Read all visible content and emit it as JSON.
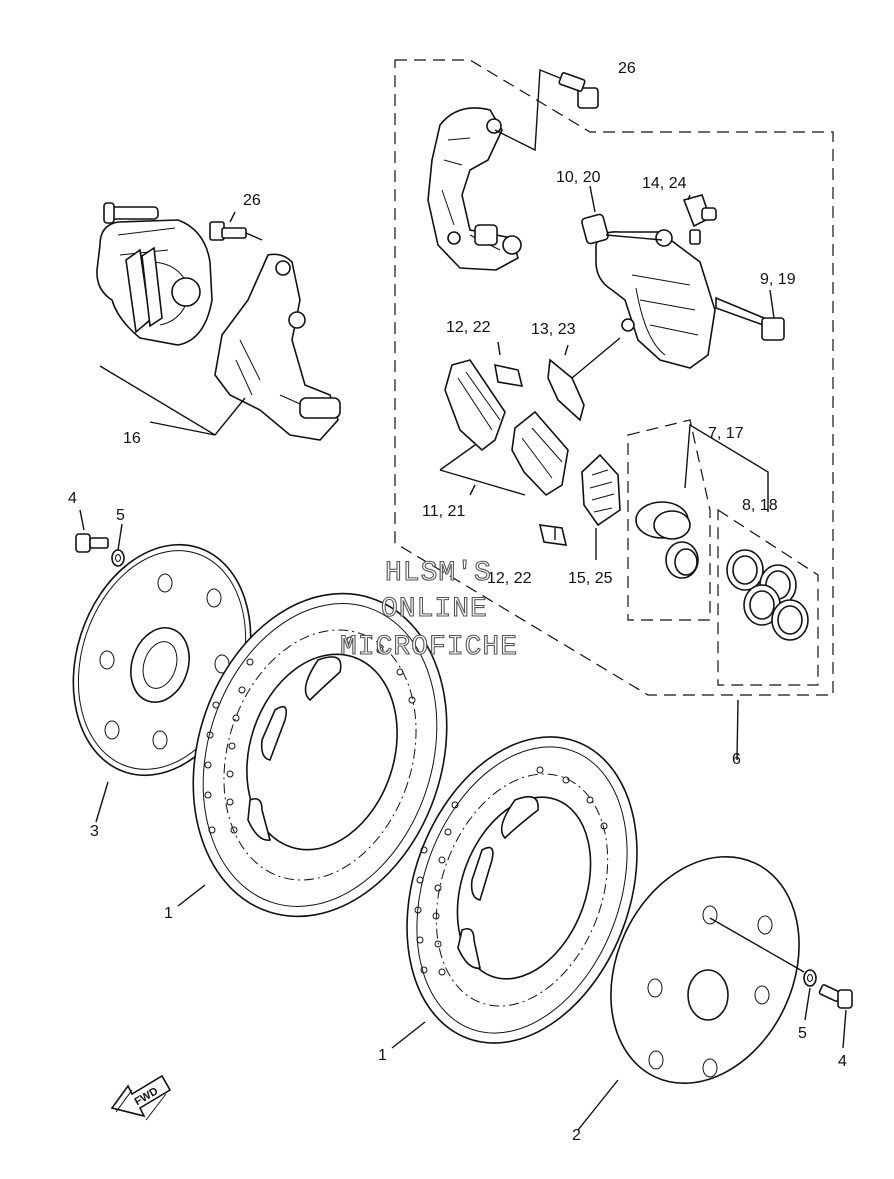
{
  "callouts": {
    "c1a": "1",
    "c1b": "1",
    "c2": "2",
    "c3": "3",
    "c4a": "4",
    "c4b": "4",
    "c5a": "5",
    "c5b": "5",
    "c6": "6",
    "c7": "7, 17",
    "c8": "8, 18",
    "c9": "9, 19",
    "c10": "10, 20",
    "c11": "11, 21",
    "c12a": "12, 22",
    "c12b": "12, 22",
    "c13": "13, 23",
    "c14": "14, 24",
    "c15": "15, 25",
    "c16": "16",
    "c26a": "26",
    "c26b": "26"
  },
  "watermark": {
    "line1": "HLSM'S",
    "line2": "ONLINE",
    "line3": "MICROFICHE"
  },
  "fwd_label": "FWD"
}
